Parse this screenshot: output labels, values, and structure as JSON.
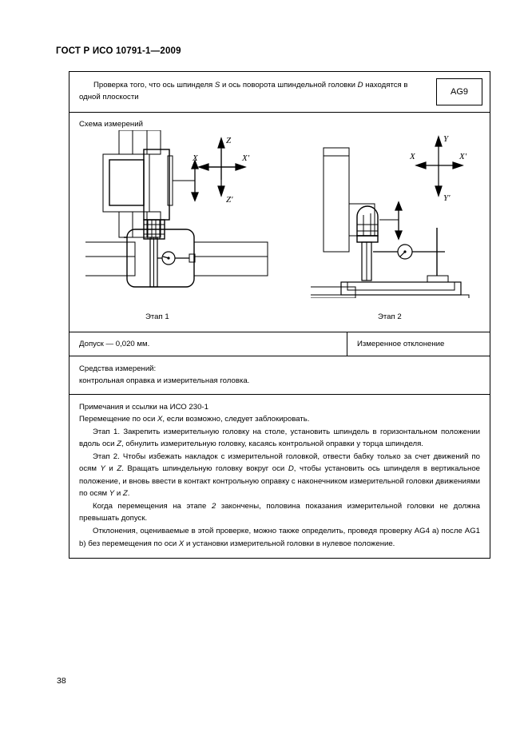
{
  "document": {
    "standard_header": "ГОСТ Р ИСО 10791-1—2009",
    "page_number": "38"
  },
  "test_table": {
    "title_part1": "Проверка того, что ось шпинделя ",
    "title_sym1": "S",
    "title_part2": " и ось поворота шпиндельной головки ",
    "title_sym2": "D",
    "title_part3": " находятся в одной плоскости",
    "code": "AG9",
    "scheme_label": "Схема измерений",
    "stage1_label": "Этап 1",
    "stage2_label": "Этап 2",
    "tolerance": "Допуск — 0,020 мм.",
    "measured_deviation": "Измеренное отклонение",
    "instruments_label": "Средства измерений:",
    "instruments_value": "контрольная оправка и измерительная головка.",
    "axes": {
      "left": {
        "up": "Z",
        "down": "Z'",
        "left": "X",
        "right": "X'"
      },
      "right": {
        "up": "Y",
        "down": "Y'",
        "left": "X",
        "right": "X'"
      }
    },
    "notes": {
      "heading": "Примечания и ссылки на ИСО 230-1",
      "line1_a": "Перемещение по оси ",
      "line1_sym": "X",
      "line1_b": ", если возможно, следует заблокировать.",
      "stage1_a": "Этап 1. Закрепить измерительную головку на столе, установить шпиндель в горизонтальном положении вдоль оси ",
      "stage1_sym": "Z",
      "stage1_b": ", обнулить измерительную головку, касаясь контрольной оправки у торца шпинделя.",
      "stage2_a": "Этап 2. Чтобы избежать накладок с измерительной головкой, отвести бабку только за счет движений по осям ",
      "stage2_sym1": "Y",
      "stage2_b": " и ",
      "stage2_sym2": "Z",
      "stage2_c": ". Вращать шпиндельную головку вокруг оси ",
      "stage2_sym3": "D",
      "stage2_d": ", чтобы установить ось шпинделя в вертикальное положение, и вновь ввести в контакт контрольную оправку с наконечником измерительной головки движениями по осям ",
      "stage2_sym4": "Y",
      "stage2_e": " и ",
      "stage2_sym5": "Z",
      "stage2_f": ".",
      "result_a": "Когда перемещения на этапе ",
      "result_sym": "2",
      "result_b": " закончены, половина показания измерительной головки не должна превышать допуск.",
      "final_a": "Отклонения, оцениваемые в этой проверке, можно также определить, проведя проверку AG4 a) после AG1 b) без перемещения по оси ",
      "final_sym": "X",
      "final_b": " и установки измерительной головки в нулевое положение."
    }
  }
}
